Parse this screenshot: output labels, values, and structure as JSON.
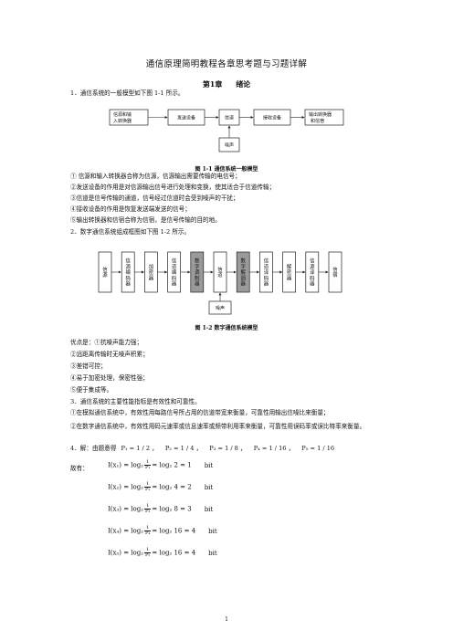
{
  "doc": {
    "title": "通信原理简明教程各章思考题与习题详解",
    "chapter_num": "第1章",
    "chapter_name": "绪论",
    "q1": "1．通信系统的一般模型如下图 1-1 所示。",
    "fig1": {
      "boxes": [
        "信源和输入转换器",
        "发送设备",
        "信道",
        "接收设备",
        "输出转换器和信宿",
        "噪声"
      ],
      "caption": "图 1-1 通信系统一般模型"
    },
    "list1": [
      "①  信源和输入转换器合称为信源，信源输出需要传输的电信号；",
      "②发送设备的作用是对信源输出信号进行处理和变换，使其适合于信道传输；",
      "③信道是信号传输的通道，信号经过信道时会受到噪声的干扰；",
      "④接收设备的作用是恢复发送端发送的信号；",
      "⑤输出转换器和信宿合称为信宿，是信号传输的目的地。"
    ],
    "q2": "2．数字通信系统组成框图如下图 1-2 所示。",
    "fig2": {
      "boxes": [
        "信源",
        "信源编码器",
        "加密器",
        "信道编码器",
        "数字调制器",
        "信道",
        "数字解调器",
        "信道译码器",
        "解密器",
        "信源译码器",
        "信宿"
      ],
      "noise": "噪声",
      "caption": "图 1-2 数字通信系统模型"
    },
    "adv_title": "优点是：①抗噪声能力强；",
    "adv": [
      "②远距离传输时无噪声积累；",
      "③差错可控；",
      "④易于加密处理，保密性强；",
      "⑤便于集成等。"
    ],
    "q3": [
      "3．通信系统的主要性能指标是有效性和可靠性。",
      "①在模拟通信系统中，有效性用每路信号所占用的信道带宽来衡量，可靠性用输出信噪比来衡量；",
      "②在数字通信系统中，有效性用码元速率或信息速率或频带利用率来衡量，可靠性用误码率或误比特率来衡量。"
    ],
    "q4": {
      "intro": "4．解：由题意得",
      "probs": [
        "P₁ = 1 / 2 ，",
        "P₂ = 1 / 4 ，",
        "P₃ = 1 / 8 ，",
        "P₄ = 1 / 16 ，",
        "P₅ = 1 / 16"
      ],
      "label": "故有：",
      "eqs": [
        {
          "lhs": "I(x₁) = log₂",
          "den": "P₁",
          "rhs": "= log₂ 2 = 1",
          "unit": "bit"
        },
        {
          "lhs": "I(x₂) = log₂",
          "den": "P₂",
          "rhs": "= log₂ 4 = 2",
          "unit": "bit"
        },
        {
          "lhs": "I(x₃) = log₂",
          "den": "P₃",
          "rhs": "= log₂ 8 = 3",
          "unit": "bit"
        },
        {
          "lhs": "I(x₄) = log₂",
          "den": "P₄",
          "rhs": "= log₂ 16 = 4",
          "unit": "bit"
        },
        {
          "lhs": "I(x₅) = log₂",
          "den": "P₅",
          "rhs": "= log₂ 16 = 4",
          "unit": "bit"
        }
      ],
      "one": "1"
    },
    "page_number": "1"
  }
}
